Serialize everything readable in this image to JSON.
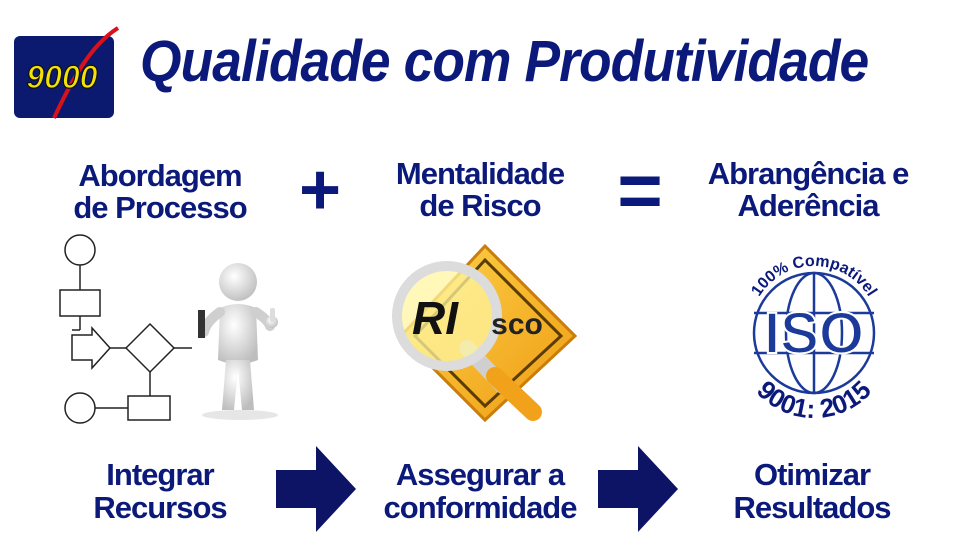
{
  "logo": {
    "text": "9000",
    "colors": {
      "bg": "#0b1a6e",
      "ring": "#d8111a",
      "text": "#f3e20a"
    }
  },
  "title": "Qualidade com Produtividade",
  "formula": {
    "left": "Abordagem de Processo",
    "plus": "+",
    "middle": "Mentalidade de Risco",
    "equals": "=",
    "right": "Abrangência e Aderência"
  },
  "risk_image": {
    "text_main": "RI",
    "text_rest": "sco"
  },
  "iso_badge": {
    "top_arc": "100% Compatível",
    "center": "ISO",
    "bottom_arc": "9001: 2015"
  },
  "outcomes": {
    "step1": "Integrar Recursos",
    "step2": "Assegurar a conformidade",
    "step3": "Otimizar Resultados"
  },
  "arrow_icon": "right-arrow-icon",
  "colors": {
    "navy": "#0b1a7a",
    "arrow": "#0d1466",
    "sign_yellow": "#f6b21a"
  }
}
